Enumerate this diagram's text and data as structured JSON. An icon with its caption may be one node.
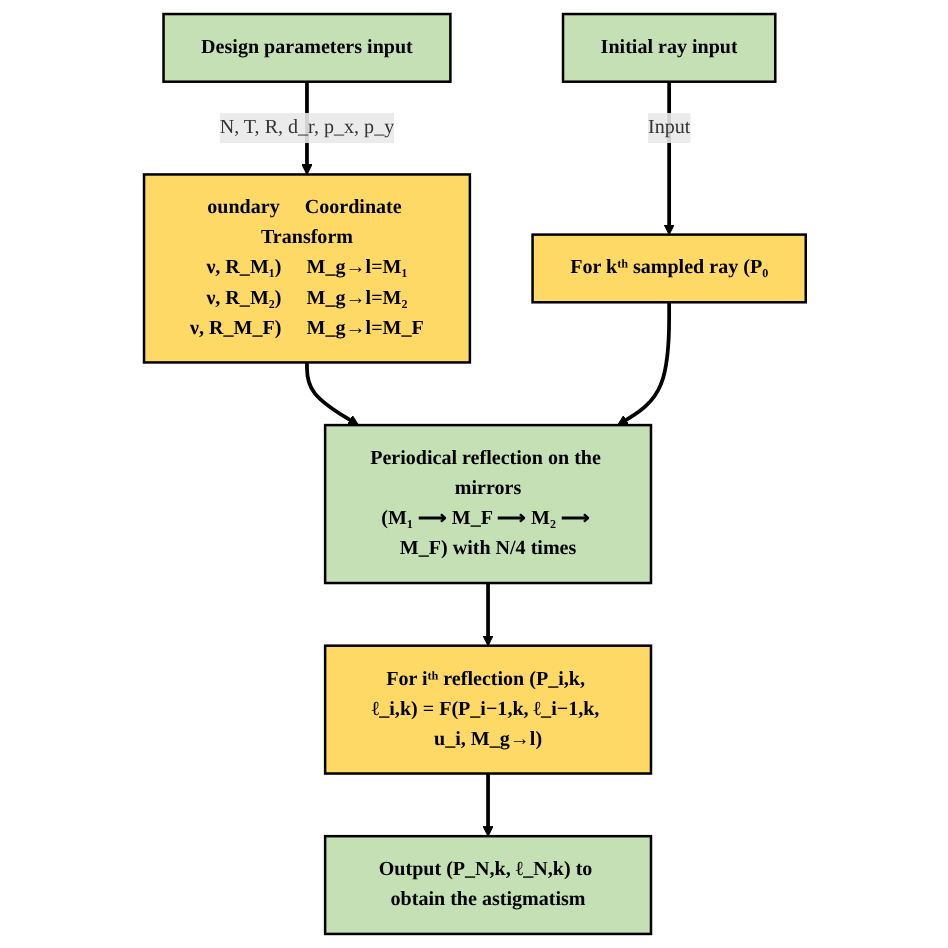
{
  "diagram": {
    "nodes": [
      {
        "text": [
          "Design parameters input"
        ]
      },
      {
        "text": [
          "oundary",
          "Coordinate Transform",
          "ν, R_M₁)",
          "M_g→l=M₁",
          "ν, R_M₂)",
          "M_g→l=M₂",
          "ν, R_M_F)",
          "M_g→l=M_F"
        ]
      },
      {
        "text": [
          "Initial ray input"
        ]
      },
      {
        "text": [
          "For kᵗʰ sampled ray (P₀"
        ]
      },
      {
        "text": [
          "Periodical reflection on the mirrors",
          "(M₁ ⟶ M_F ⟶ M₂ ⟶ M_F) with N/4 times"
        ]
      },
      {
        "text": [
          "For iᵗʰ reflection (P_i,k, ℓ_i,k) = F(P_i−1,k, ℓ_i−1,k, u_i, M_g→l)"
        ]
      },
      {
        "text": [
          "Output (P_N,k, ℓ_N,k) to obtain the astigmatism"
        ]
      }
    ],
    "edges": [
      {
        "from": 0,
        "to": 1,
        "arrow": "to",
        "label": "N, T, R, d_r, p_x, p_y"
      },
      {
        "from": 2,
        "to": 3,
        "arrow": "to",
        "label": "Input"
      },
      {
        "from": 1,
        "to": 4,
        "arrow": "to"
      },
      {
        "from": 3,
        "to": 4,
        "arrow": "to"
      },
      {
        "from": 4,
        "to": 5,
        "arrow": "to"
      },
      {
        "from": 5,
        "to": 6,
        "arrow": "to"
      }
    ]
  }
}
